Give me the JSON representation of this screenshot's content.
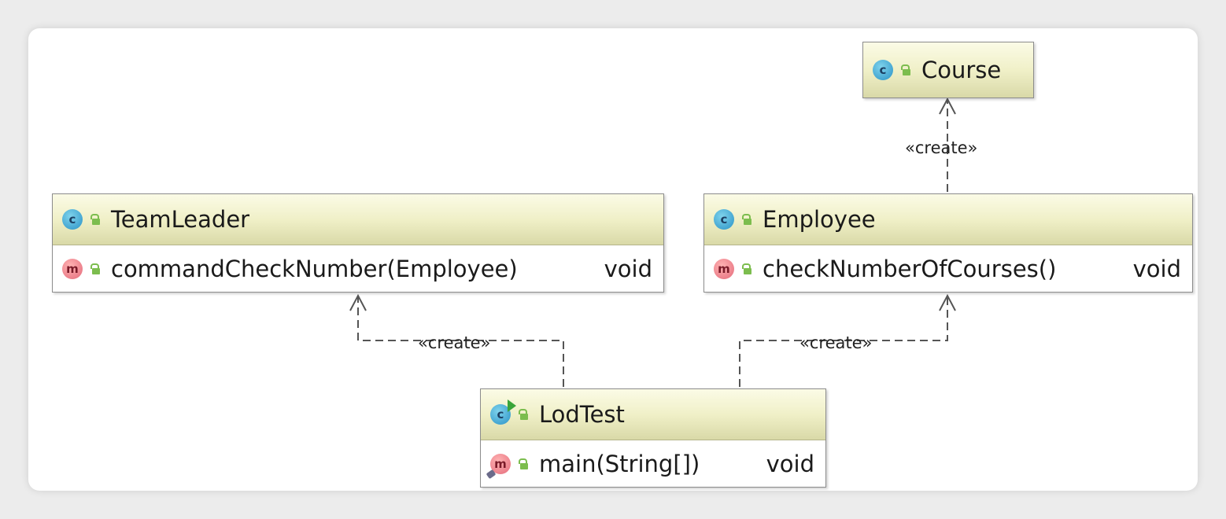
{
  "nodes": {
    "course": {
      "name": "Course",
      "kind_icon": "class-icon"
    },
    "teamleader": {
      "name": "TeamLeader",
      "kind_icon": "class-icon",
      "methods": [
        {
          "signature": "commandCheckNumber(Employee)",
          "return_type": "void"
        }
      ]
    },
    "employee": {
      "name": "Employee",
      "kind_icon": "class-icon",
      "methods": [
        {
          "signature": "checkNumberOfCourses()",
          "return_type": "void"
        }
      ]
    },
    "lodtest": {
      "name": "LodTest",
      "kind_icon": "runnable-class-icon",
      "methods": [
        {
          "signature": "main(String[])",
          "return_type": "void"
        }
      ]
    }
  },
  "icons": {
    "class_letter": "c",
    "method_letter": "m"
  },
  "edges": [
    {
      "from": "employee",
      "to": "course",
      "label": "«create»"
    },
    {
      "from": "lodtest",
      "to": "teamleader",
      "label": "«create»"
    },
    {
      "from": "lodtest",
      "to": "employee",
      "label": "«create»"
    }
  ],
  "colors": {
    "header_gradient_top": "#fbfbe6",
    "header_gradient_bottom": "#d9d9a8",
    "class_icon": "#2a92c6",
    "method_icon": "#e46a7a",
    "visibility_icon": "#7cbd4e"
  }
}
